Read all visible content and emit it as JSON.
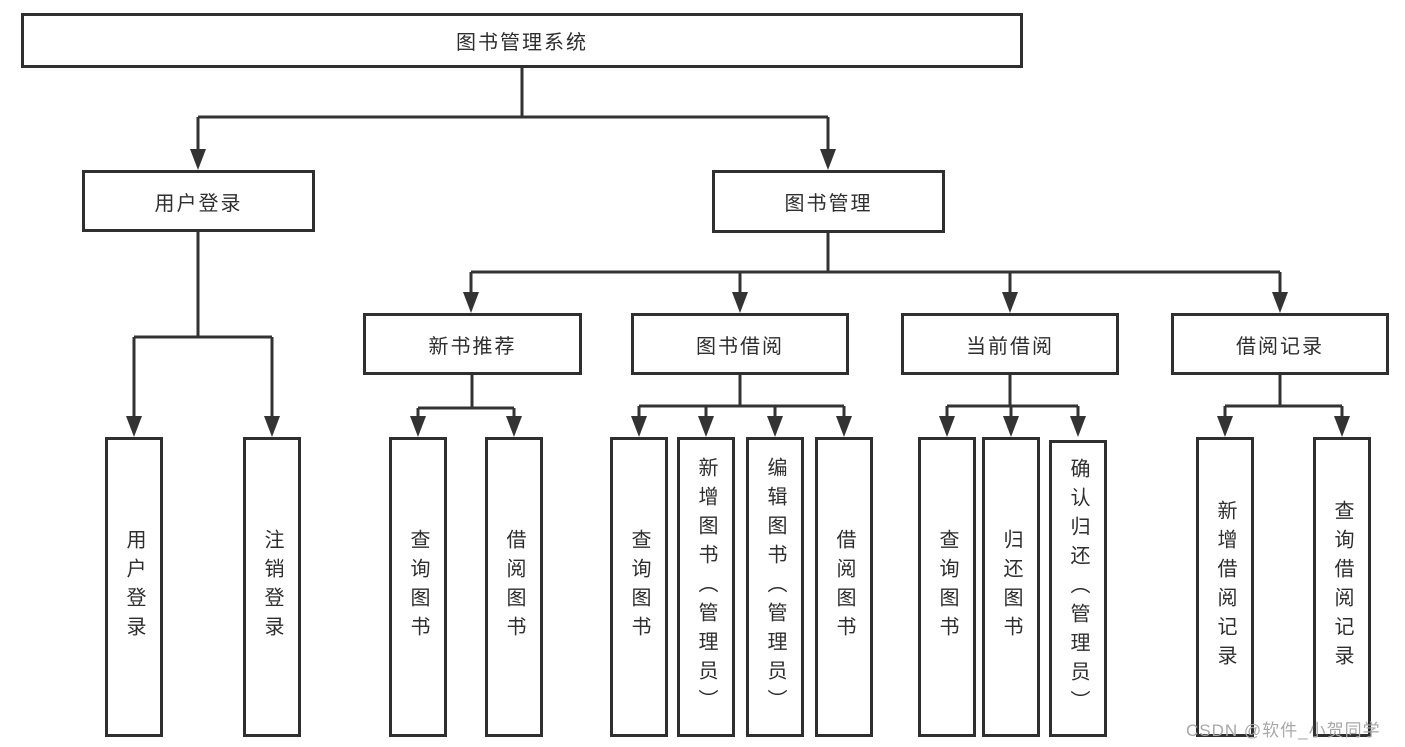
{
  "tree": {
    "root": {
      "label": "图书管理系统"
    },
    "level1": [
      {
        "label": "用户登录"
      },
      {
        "label": "图书管理"
      }
    ],
    "level2": [
      {
        "label": "新书推荐"
      },
      {
        "label": "图书借阅"
      },
      {
        "label": "当前借阅"
      },
      {
        "label": "借阅记录"
      }
    ],
    "leaves": {
      "userLogin": [
        {
          "label": "用户登录"
        },
        {
          "label": "注销登录"
        }
      ],
      "newBook": [
        {
          "label": "查询图书"
        },
        {
          "label": "借阅图书"
        }
      ],
      "bookBorrow": [
        {
          "label": "查询图书"
        },
        {
          "label": "新增图书（管理员）"
        },
        {
          "label": "编辑图书（管理员）"
        },
        {
          "label": "借阅图书"
        }
      ],
      "currentBorrow": [
        {
          "label": "查询图书"
        },
        {
          "label": "归还图书"
        },
        {
          "label": "确认归还（管理员）"
        }
      ],
      "borrowRecords": [
        {
          "label": "新增借阅记录"
        },
        {
          "label": "查询借阅记录"
        }
      ]
    }
  },
  "watermark": {
    "text": "CSDN @软件_小贺同学"
  },
  "colors": {
    "line": "#333333",
    "border": "#2f2f2f",
    "text": "#2e2e2e",
    "watermark": "#a8a8a8",
    "background": "#ffffff"
  }
}
